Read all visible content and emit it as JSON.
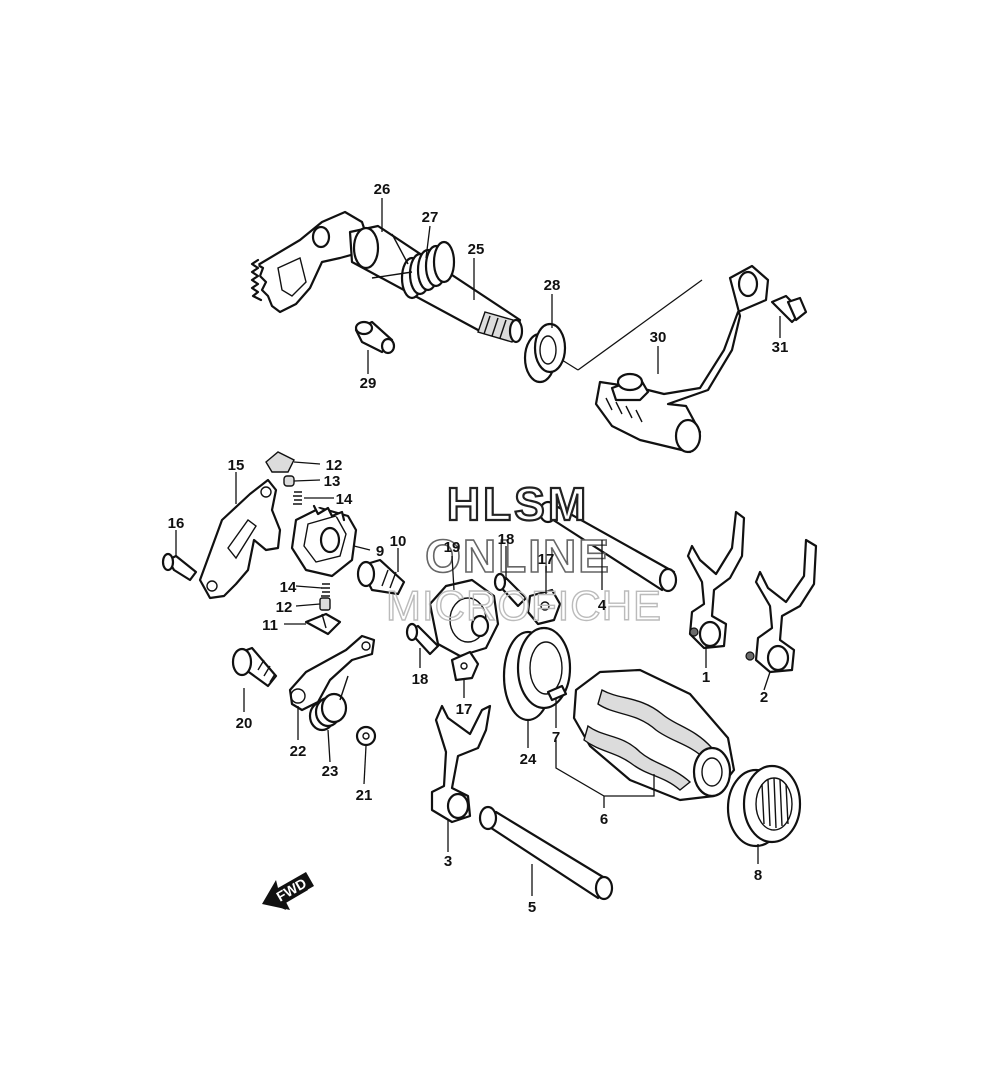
{
  "watermark": {
    "line1": "HLSM",
    "line2": "ONLINE",
    "line3": "MICROFICHE"
  },
  "fwd_label": "FWD",
  "callouts": [
    {
      "id": "1",
      "label": "1"
    },
    {
      "id": "2",
      "label": "2"
    },
    {
      "id": "3",
      "label": "3"
    },
    {
      "id": "4",
      "label": "4"
    },
    {
      "id": "5",
      "label": "5"
    },
    {
      "id": "6",
      "label": "6"
    },
    {
      "id": "7",
      "label": "7"
    },
    {
      "id": "8",
      "label": "8"
    },
    {
      "id": "9",
      "label": "9"
    },
    {
      "id": "10",
      "label": "10"
    },
    {
      "id": "11",
      "label": "11"
    },
    {
      "id": "12a",
      "label": "12"
    },
    {
      "id": "12b",
      "label": "12"
    },
    {
      "id": "13",
      "label": "13"
    },
    {
      "id": "14a",
      "label": "14"
    },
    {
      "id": "14b",
      "label": "14"
    },
    {
      "id": "15",
      "label": "15"
    },
    {
      "id": "16",
      "label": "16"
    },
    {
      "id": "17a",
      "label": "17"
    },
    {
      "id": "17b",
      "label": "17"
    },
    {
      "id": "18a",
      "label": "18"
    },
    {
      "id": "18b",
      "label": "18"
    },
    {
      "id": "19",
      "label": "19"
    },
    {
      "id": "20",
      "label": "20"
    },
    {
      "id": "21",
      "label": "21"
    },
    {
      "id": "22",
      "label": "22"
    },
    {
      "id": "23",
      "label": "23"
    },
    {
      "id": "24",
      "label": "24"
    },
    {
      "id": "25",
      "label": "25"
    },
    {
      "id": "26",
      "label": "26"
    },
    {
      "id": "27",
      "label": "27"
    },
    {
      "id": "28",
      "label": "28"
    },
    {
      "id": "29",
      "label": "29"
    },
    {
      "id": "30",
      "label": "30"
    },
    {
      "id": "31",
      "label": "31"
    }
  ]
}
